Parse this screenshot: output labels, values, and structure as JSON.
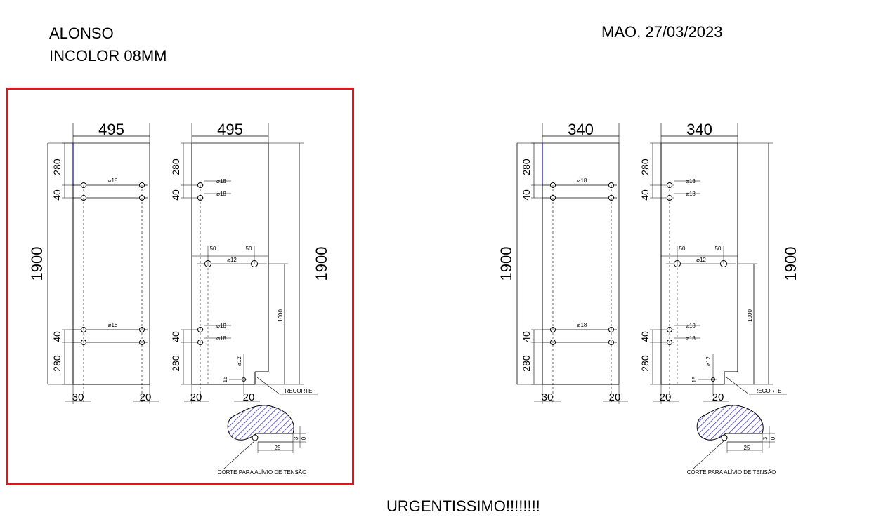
{
  "header": {
    "client": "ALONSO",
    "glass": "INCOLOR 08MM",
    "date": "MAO, 27/03/2023"
  },
  "footer": {
    "note": "URGENTISSIMO!!!!!!!!"
  },
  "drawings": [
    {
      "id": "set-495",
      "highlighted": true,
      "panel_a": {
        "width_label": "495",
        "height_label": "1900",
        "top_offset": "280",
        "hole_gap_top": "40",
        "hole_gap_bottom": "40",
        "bottom_offset": "280",
        "hole_label_top": "⌀18",
        "hole_label_bottom": "⌀18",
        "left_margin": "30",
        "right_margin": "20"
      },
      "panel_b": {
        "width_label": "495",
        "height_label": "1900",
        "top_offset": "280",
        "hole_gap_top": "40",
        "hole_gap_bottom": "40",
        "bottom_offset": "280",
        "hole_label_top": "⌀18",
        "hole_label_bottom": "⌀18",
        "mid_hole_label": "⌀12",
        "mid_offset_left": "50",
        "mid_offset_right": "50",
        "cut_height": "1000",
        "small_hole_label": "⌀12",
        "small_offset": "15",
        "left_margin": "20",
        "cut_margin": "20",
        "cut_label": "RECORTE"
      },
      "detail": {
        "dim_w": "25",
        "dim_h": "3",
        "dim_h2": "0",
        "caption": "CORTE PARA ALÍVIO DE TENSÃO"
      }
    },
    {
      "id": "set-340",
      "highlighted": false,
      "panel_a": {
        "width_label": "340",
        "height_label": "1900",
        "top_offset": "280",
        "hole_gap_top": "40",
        "hole_gap_bottom": "40",
        "bottom_offset": "280",
        "hole_label_top": "⌀18",
        "hole_label_bottom": "⌀18",
        "left_margin": "30",
        "right_margin": "20"
      },
      "panel_b": {
        "width_label": "340",
        "height_label": "1900",
        "top_offset": "280",
        "hole_gap_top": "40",
        "hole_gap_bottom": "40",
        "bottom_offset": "280",
        "hole_label_top": "⌀18",
        "hole_label_bottom": "⌀18",
        "mid_hole_label": "⌀12",
        "mid_offset_left": "50",
        "mid_offset_right": "50",
        "cut_height": "1000",
        "small_hole_label": "⌀12",
        "small_offset": "15",
        "left_margin": "20",
        "cut_margin": "20",
        "cut_label": "RECORTE"
      },
      "detail": {
        "dim_w": "25",
        "dim_h": "3",
        "dim_h2": "0",
        "caption": "CORTE PARA ALÍVIO DE TENSÃO"
      }
    }
  ],
  "colors": {
    "highlight_border": "#e0141b",
    "hatch": "#3a3ad0",
    "accent_line": "#2a2ae0"
  }
}
